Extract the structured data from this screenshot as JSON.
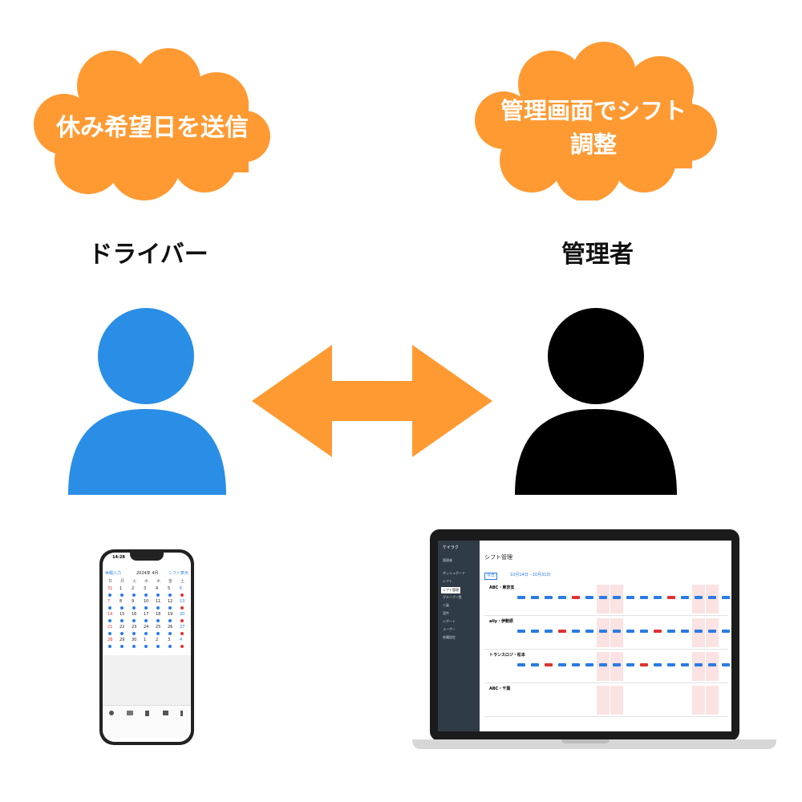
{
  "clouds": {
    "driver_text": "休み希望日を送信",
    "admin_text_line1": "管理画面でシフト",
    "admin_text_line2": "調整"
  },
  "roles": {
    "driver": "ドライバー",
    "admin": "管理者"
  },
  "colors": {
    "cloud": "#FF9A33",
    "arrow": "#FF9A33",
    "driver_figure": "#2A8EE6",
    "admin_figure": "#000000"
  },
  "phone": {
    "time": "14:28",
    "month": "2024年 4月",
    "left_link": "休暇入力",
    "right_link": "シフト表示",
    "weekdays": [
      "日",
      "月",
      "火",
      "水",
      "木",
      "金",
      "土"
    ],
    "dates": [
      "31",
      "1",
      "2",
      "3",
      "4",
      "5",
      "6",
      "7",
      "8",
      "9",
      "10",
      "11",
      "12",
      "13",
      "14",
      "15",
      "16",
      "17",
      "18",
      "19",
      "20",
      "21",
      "22",
      "23",
      "24",
      "25",
      "26",
      "27",
      "28",
      "29",
      "30",
      "1",
      "2",
      "3",
      "4"
    ],
    "tabs": [
      "",
      "",
      "",
      "",
      ""
    ]
  },
  "laptop": {
    "app_name": "ケイラク",
    "user": "管理者",
    "page_title": "シフト管理",
    "range": "10月14日 - 10月31日",
    "today_btn": "今日",
    "sidebar": [
      "ダッシュボード",
      "シフト",
      "シフト管理",
      "グループ一覧",
      "人員",
      "案件",
      "レポート",
      "ユーザー",
      "各種設定"
    ],
    "groups": [
      "ABC・東京支",
      "ally・伊勢原",
      "トランスロジ・松本",
      "ABC・千葉"
    ]
  }
}
